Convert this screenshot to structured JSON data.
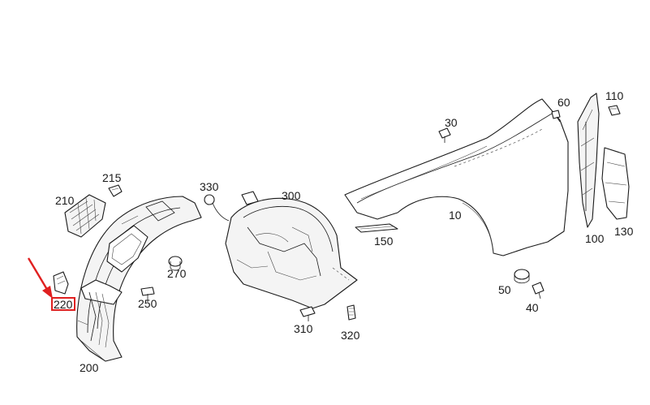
{
  "diagram": {
    "callouts": [
      {
        "id": "c10",
        "text": "10"
      },
      {
        "id": "c30",
        "text": "30"
      },
      {
        "id": "c40",
        "text": "40"
      },
      {
        "id": "c50",
        "text": "50"
      },
      {
        "id": "c60",
        "text": "60"
      },
      {
        "id": "c100",
        "text": "100"
      },
      {
        "id": "c110",
        "text": "110"
      },
      {
        "id": "c130",
        "text": "130"
      },
      {
        "id": "c150",
        "text": "150"
      },
      {
        "id": "c200",
        "text": "200"
      },
      {
        "id": "c210",
        "text": "210"
      },
      {
        "id": "c215",
        "text": "215"
      },
      {
        "id": "c220",
        "text": "220"
      },
      {
        "id": "c250",
        "text": "250"
      },
      {
        "id": "c270",
        "text": "270"
      },
      {
        "id": "c300",
        "text": "300"
      },
      {
        "id": "c310",
        "text": "310"
      },
      {
        "id": "c320",
        "text": "320"
      },
      {
        "id": "c330",
        "text": "330"
      }
    ],
    "highlighted_callout": "220",
    "highlight_color": "#e02020",
    "line_color": "#1a1a1a"
  }
}
